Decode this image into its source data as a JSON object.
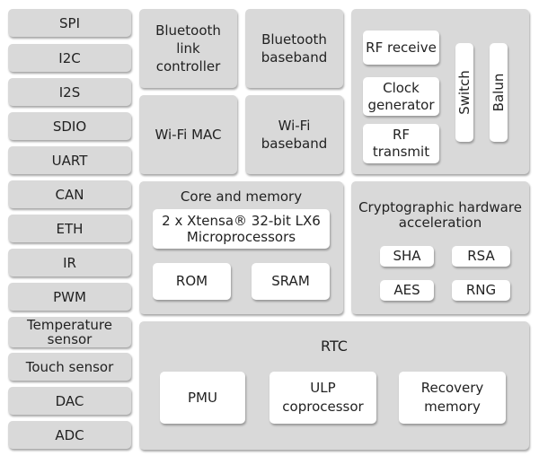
{
  "peripherals": [
    "SPI",
    "I2C",
    "I2S",
    "SDIO",
    "UART",
    "CAN",
    "ETH",
    "IR",
    "PWM",
    "Temperature\nsensor",
    "Touch sensor",
    "DAC",
    "ADC"
  ],
  "bt_link": "Bluetooth\nlink\ncontroller",
  "bt_baseband": "Bluetooth\nbaseband",
  "wifi_mac": "Wi-Fi MAC",
  "wifi_baseband": "Wi-Fi\nbaseband",
  "rf": {
    "receive": "RF receive",
    "clock": "Clock\ngenerator",
    "transmit": "RF\ntransmit",
    "switch": "Switch",
    "balun": "Balun"
  },
  "core": {
    "title": "Core and memory",
    "cpu": "2 x Xtensa® 32-bit LX6\nMicroprocessors",
    "rom": "ROM",
    "sram": "SRAM"
  },
  "crypto": {
    "title": "Cryptographic hardware\nacceleration",
    "sha": "SHA",
    "rsa": "RSA",
    "aes": "AES",
    "rng": "RNG"
  },
  "rtc": {
    "title": "RTC",
    "pmu": "PMU",
    "ulp": "ULP\ncoprocessor",
    "recovery": "Recovery\nmemory"
  }
}
